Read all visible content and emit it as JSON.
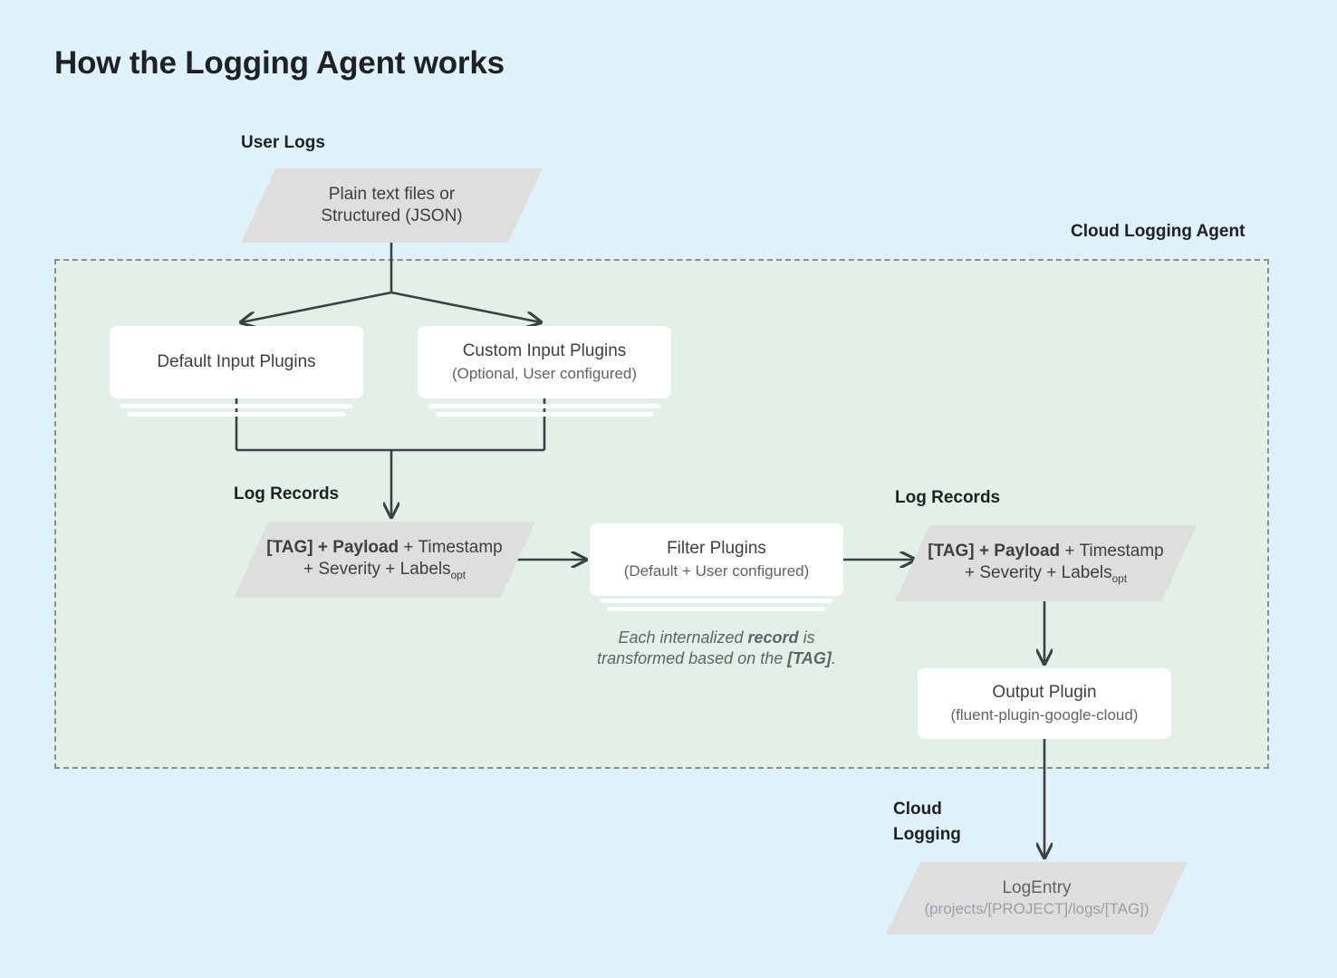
{
  "page": {
    "title": "How the Logging Agent works",
    "background_color": "#dff1fb",
    "agent_region_color": "#e3f0e7",
    "parallelogram_color": "#dededc",
    "card_color": "#ffffff",
    "text_color": "#3c4043"
  },
  "labels": {
    "user_logs": "User Logs",
    "cloud_logging_agent": "Cloud Logging Agent",
    "log_records_left": "Log Records",
    "log_records_right": "Log Records",
    "cloud_logging_line1": "Cloud",
    "cloud_logging_line2": "Logging"
  },
  "nodes": {
    "user_logs_source": {
      "shape": "parallelogram",
      "line1": "Plain text files or",
      "line2": "Structured (JSON)"
    },
    "default_input_plugins": {
      "shape": "card",
      "line1": "Default Input Plugins",
      "line2": ""
    },
    "custom_input_plugins": {
      "shape": "card",
      "line1": "Custom Input Plugins",
      "line2": "(Optional, User configured)"
    },
    "log_record_left": {
      "shape": "parallelogram",
      "line1_html": "<b>[TAG] + Payload</b> + Timestamp",
      "line2_html": "+ Severity + Labels<span class=\"sub\">opt</span>",
      "line1_text": "[TAG] + Payload + Timestamp",
      "line2_text": "+ Severity + Labelsopt"
    },
    "filter_plugins": {
      "shape": "card",
      "line1": "Filter Plugins",
      "line2": "(Default + User configured)"
    },
    "log_record_right": {
      "shape": "parallelogram",
      "line1_html": "<b>[TAG] + Payload</b> + Timestamp",
      "line2_html": "+ Severity + Labels<span class=\"sub\">opt</span>",
      "line1_text": "[TAG] + Payload + Timestamp",
      "line2_text": "+ Severity + Labelsopt"
    },
    "output_plugin": {
      "shape": "card",
      "line1": "Output Plugin",
      "line2": "(fluent-plugin-google-cloud)"
    },
    "log_entry": {
      "shape": "parallelogram",
      "line1": "LogEntry",
      "line2": "(projects/[PROJECT]/logs/[TAG])"
    }
  },
  "caption": {
    "html": "Each internalized <b>record</b> is<br>transformed based on the <b>[TAG]</b>.",
    "text": "Each internalized record is transformed based on the [TAG]."
  },
  "flow": [
    "User Logs -> Default Input Plugins",
    "User Logs -> Custom Input Plugins",
    "Default Input Plugins + Custom Input Plugins -> Log Records (left)",
    "Log Records (left) -> Filter Plugins",
    "Filter Plugins -> Log Records (right)",
    "Log Records (right) -> Output Plugin",
    "Output Plugin -> LogEntry"
  ]
}
